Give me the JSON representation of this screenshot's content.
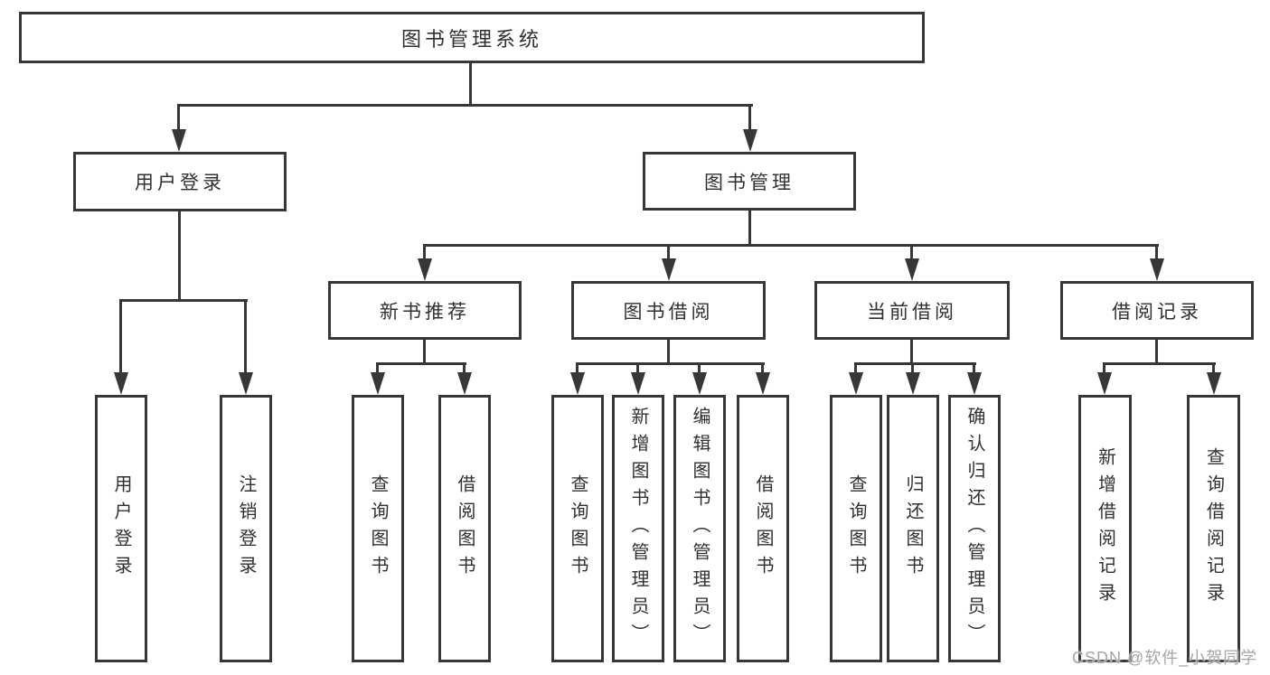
{
  "diagram": {
    "root": {
      "label": "图书管理系统"
    },
    "level2": {
      "user_login": {
        "label": "用户登录"
      },
      "book_management": {
        "label": "图书管理"
      }
    },
    "level3": {
      "new_book_recommendation": {
        "label": "新书推荐"
      },
      "book_borrowing": {
        "label": "图书借阅"
      },
      "current_borrowing": {
        "label": "当前借阅"
      },
      "borrowing_records": {
        "label": "借阅记录"
      }
    },
    "leaves": {
      "user_login": [
        "用户登录",
        "注销登录"
      ],
      "new_book_recommendation": [
        "查询图书",
        "借阅图书"
      ],
      "book_borrowing": [
        "查询图书",
        "新增图书（管理员）",
        "编辑图书（管理员）",
        "借阅图书"
      ],
      "current_borrowing": [
        "查询图书",
        "归还图书",
        "确认归还（管理员）"
      ],
      "borrowing_records": [
        "新增借阅记录",
        "查询借阅记录"
      ]
    },
    "watermark": "CSDN @软件_小贺同学",
    "colors": {
      "line": "#373737",
      "text": "#303030",
      "background": "#ffffff",
      "watermark": "#a5a5a5"
    }
  }
}
